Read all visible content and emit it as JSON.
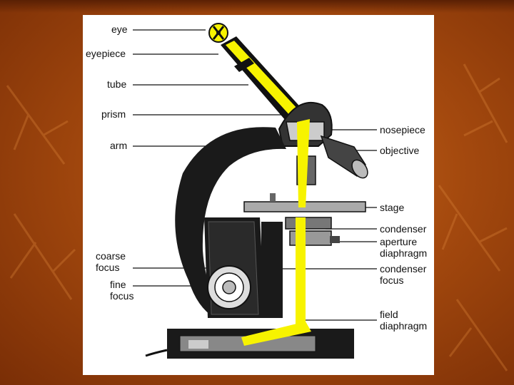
{
  "labels": {
    "eye": "eye",
    "eyepiece": "eyepiece",
    "tube": "tube",
    "prism": "prism",
    "arm": "arm",
    "nosepiece": "nosepiece",
    "objective": "objective",
    "stage": "stage",
    "condenser": "condenser",
    "aperture_diaphragm": "aperture\ndiaphragm",
    "coarse_focus": "coarse\nfocus",
    "condenser_focus": "condenser\nfocus",
    "fine_focus": "fine\nfocus",
    "field_diaphragm": "field\ndiaphragm"
  },
  "colors": {
    "background": "#a4490e",
    "panel": "#ffffff",
    "light_path": "#f7f300",
    "body": "#1a1a1a"
  }
}
